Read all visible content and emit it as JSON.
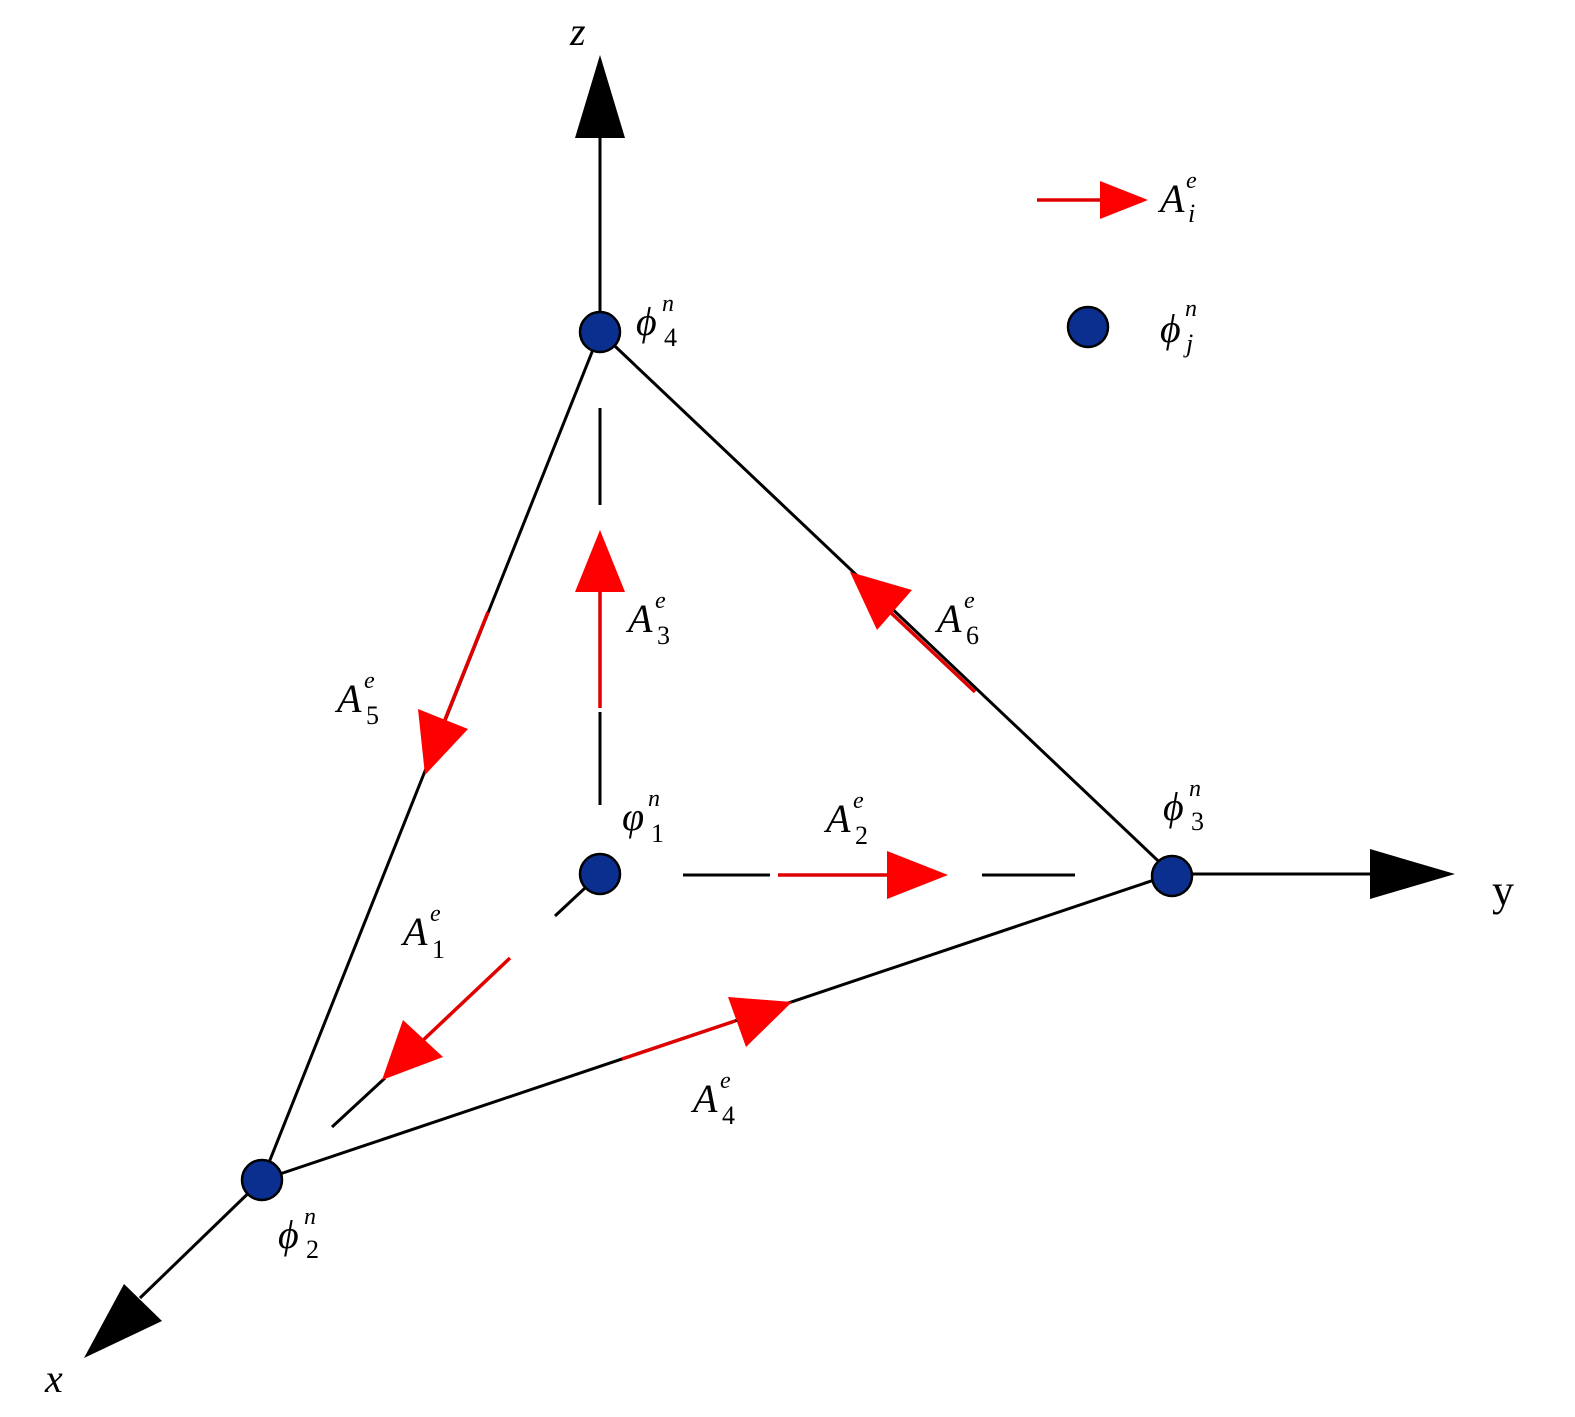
{
  "axes": {
    "z": "z",
    "y": "y",
    "x": "x"
  },
  "nodes": [
    {
      "id": "n1",
      "symbol": "φ",
      "subscript": "1",
      "superscript": "n"
    },
    {
      "id": "n2",
      "symbol": "ϕ",
      "subscript": "2",
      "superscript": "n"
    },
    {
      "id": "n3",
      "symbol": "ϕ",
      "subscript": "3",
      "superscript": "n"
    },
    {
      "id": "n4",
      "symbol": "ϕ",
      "subscript": "4",
      "superscript": "n"
    }
  ],
  "edges": [
    {
      "id": "e1",
      "symbol": "A",
      "subscript": "1",
      "superscript": "e"
    },
    {
      "id": "e2",
      "symbol": "A",
      "subscript": "2",
      "superscript": "e"
    },
    {
      "id": "e3",
      "symbol": "A",
      "subscript": "3",
      "superscript": "e"
    },
    {
      "id": "e4",
      "symbol": "A",
      "subscript": "4",
      "superscript": "e"
    },
    {
      "id": "e5",
      "symbol": "A",
      "subscript": "5",
      "superscript": "e"
    },
    {
      "id": "e6",
      "symbol": "A",
      "subscript": "6",
      "superscript": "e"
    }
  ],
  "legend": {
    "edge": {
      "symbol": "A",
      "subscript": "i",
      "superscript": "e"
    },
    "node": {
      "symbol": "ϕ",
      "subscript": "j",
      "superscript": "n"
    }
  },
  "colors": {
    "edge_arrow": "#ff0000",
    "node_fill": "#0b2f8e",
    "line": "#000000"
  }
}
